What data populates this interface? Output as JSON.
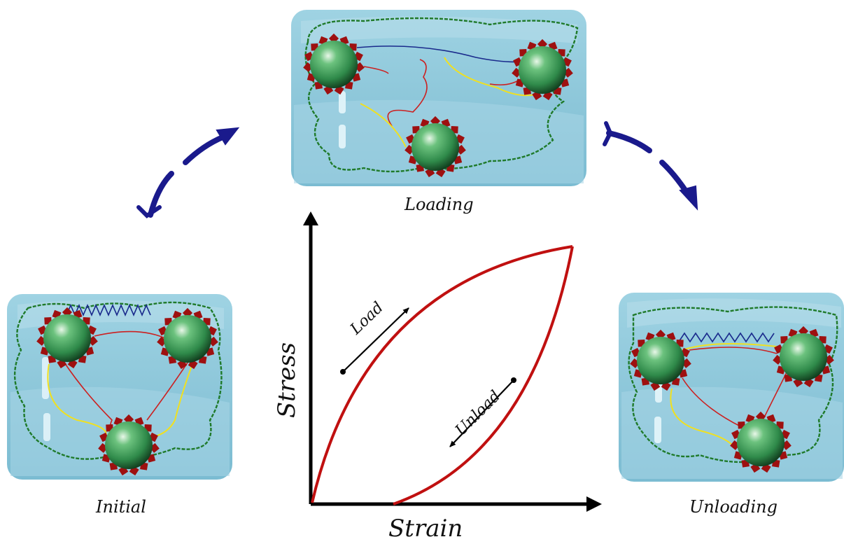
{
  "panels": {
    "initial": {
      "caption": "Initial"
    },
    "loading": {
      "caption": "Loading"
    },
    "unloading": {
      "caption": "Unloading"
    }
  },
  "graph": {
    "x_axis_title": "Strain",
    "y_axis_title": "Stress",
    "load_label": "Load",
    "unload_label": "Unload"
  },
  "colors": {
    "panel_bg": "#8ec9dc",
    "panel_light": "#bfe2ee",
    "particle": "#2f8a4a",
    "particle_spikes": "#9e1010",
    "chain_green": "#1f7a2a",
    "chain_blue": "#1a2a8c",
    "chain_red": "#cc2020",
    "chain_yellow": "#f0e020",
    "curve": "#c01010",
    "cycle_arrow": "#1a1a8c",
    "axis": "#000000"
  }
}
